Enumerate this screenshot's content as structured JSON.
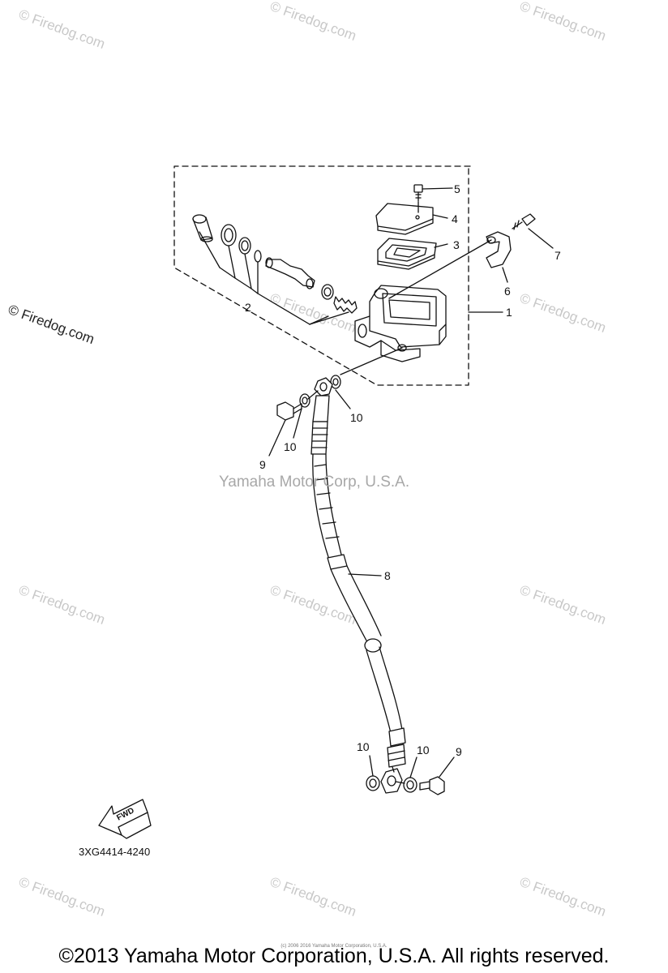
{
  "watermarks": {
    "tile_text": "© Firedog.com",
    "center_text": "Yamaha Motor Corp, U.S.A."
  },
  "callouts": {
    "c1": "1",
    "c2": "2",
    "c3": "3",
    "c4": "4",
    "c5": "5",
    "c6": "6",
    "c7": "7",
    "c8": "8",
    "c9a": "9",
    "c9b": "9",
    "c10a": "10",
    "c10b": "10",
    "c10c": "10",
    "c10d": "10"
  },
  "fwd_label": "FWD",
  "part_code": "3XG4414-4240",
  "footer": {
    "small": "(c) 2006 2016 Yamaha Motor Corporation, U.S.A.",
    "copyright": "©2013 Yamaha Motor Corporation, U.S.A. All rights reserved."
  },
  "colors": {
    "line": "#111111",
    "watermark": "#c8c8c8",
    "background": "#ffffff"
  }
}
